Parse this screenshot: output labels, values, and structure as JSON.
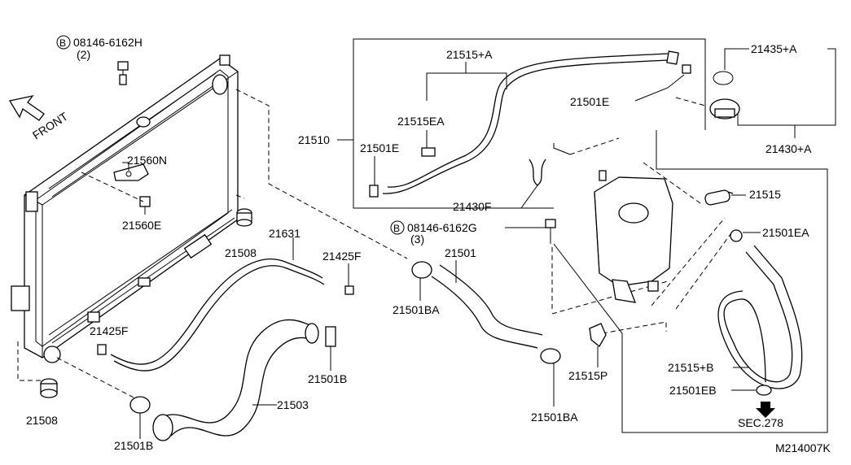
{
  "labels": {
    "bolt_upper_part": "08146-6162H",
    "bolt_upper_qty": "(2)",
    "bolt_mid_part": "08146-6162G",
    "bolt_mid_qty": "(3)",
    "bolt_symbol": "B",
    "front": "FRONT",
    "p21560N": "21560N",
    "p21560E": "21560E",
    "p21508_left": "21508",
    "p21508_mid": "21508",
    "p21631": "21631",
    "p21425F_a": "21425F",
    "p21425F_b": "21425F",
    "p21501B_a": "21501B",
    "p21501B_b": "21501B",
    "p21503": "21503",
    "p21501": "21501",
    "p21501BA_a": "21501BA",
    "p21501BA_b": "21501BA",
    "p21510": "21510",
    "p21515A": "21515+A",
    "p21515EA": "21515EA",
    "p21501E_a": "21501E",
    "p21501E_b": "21501E",
    "p21430F": "21430F",
    "p21435A": "21435+A",
    "p21430A": "21430+A",
    "p21515": "21515",
    "p21501EA": "21501EA",
    "p21515P": "21515P",
    "p21515B": "21515+B",
    "p21501EB": "21501EB",
    "sec": "SEC.278",
    "diagram_code": "M214007K"
  }
}
